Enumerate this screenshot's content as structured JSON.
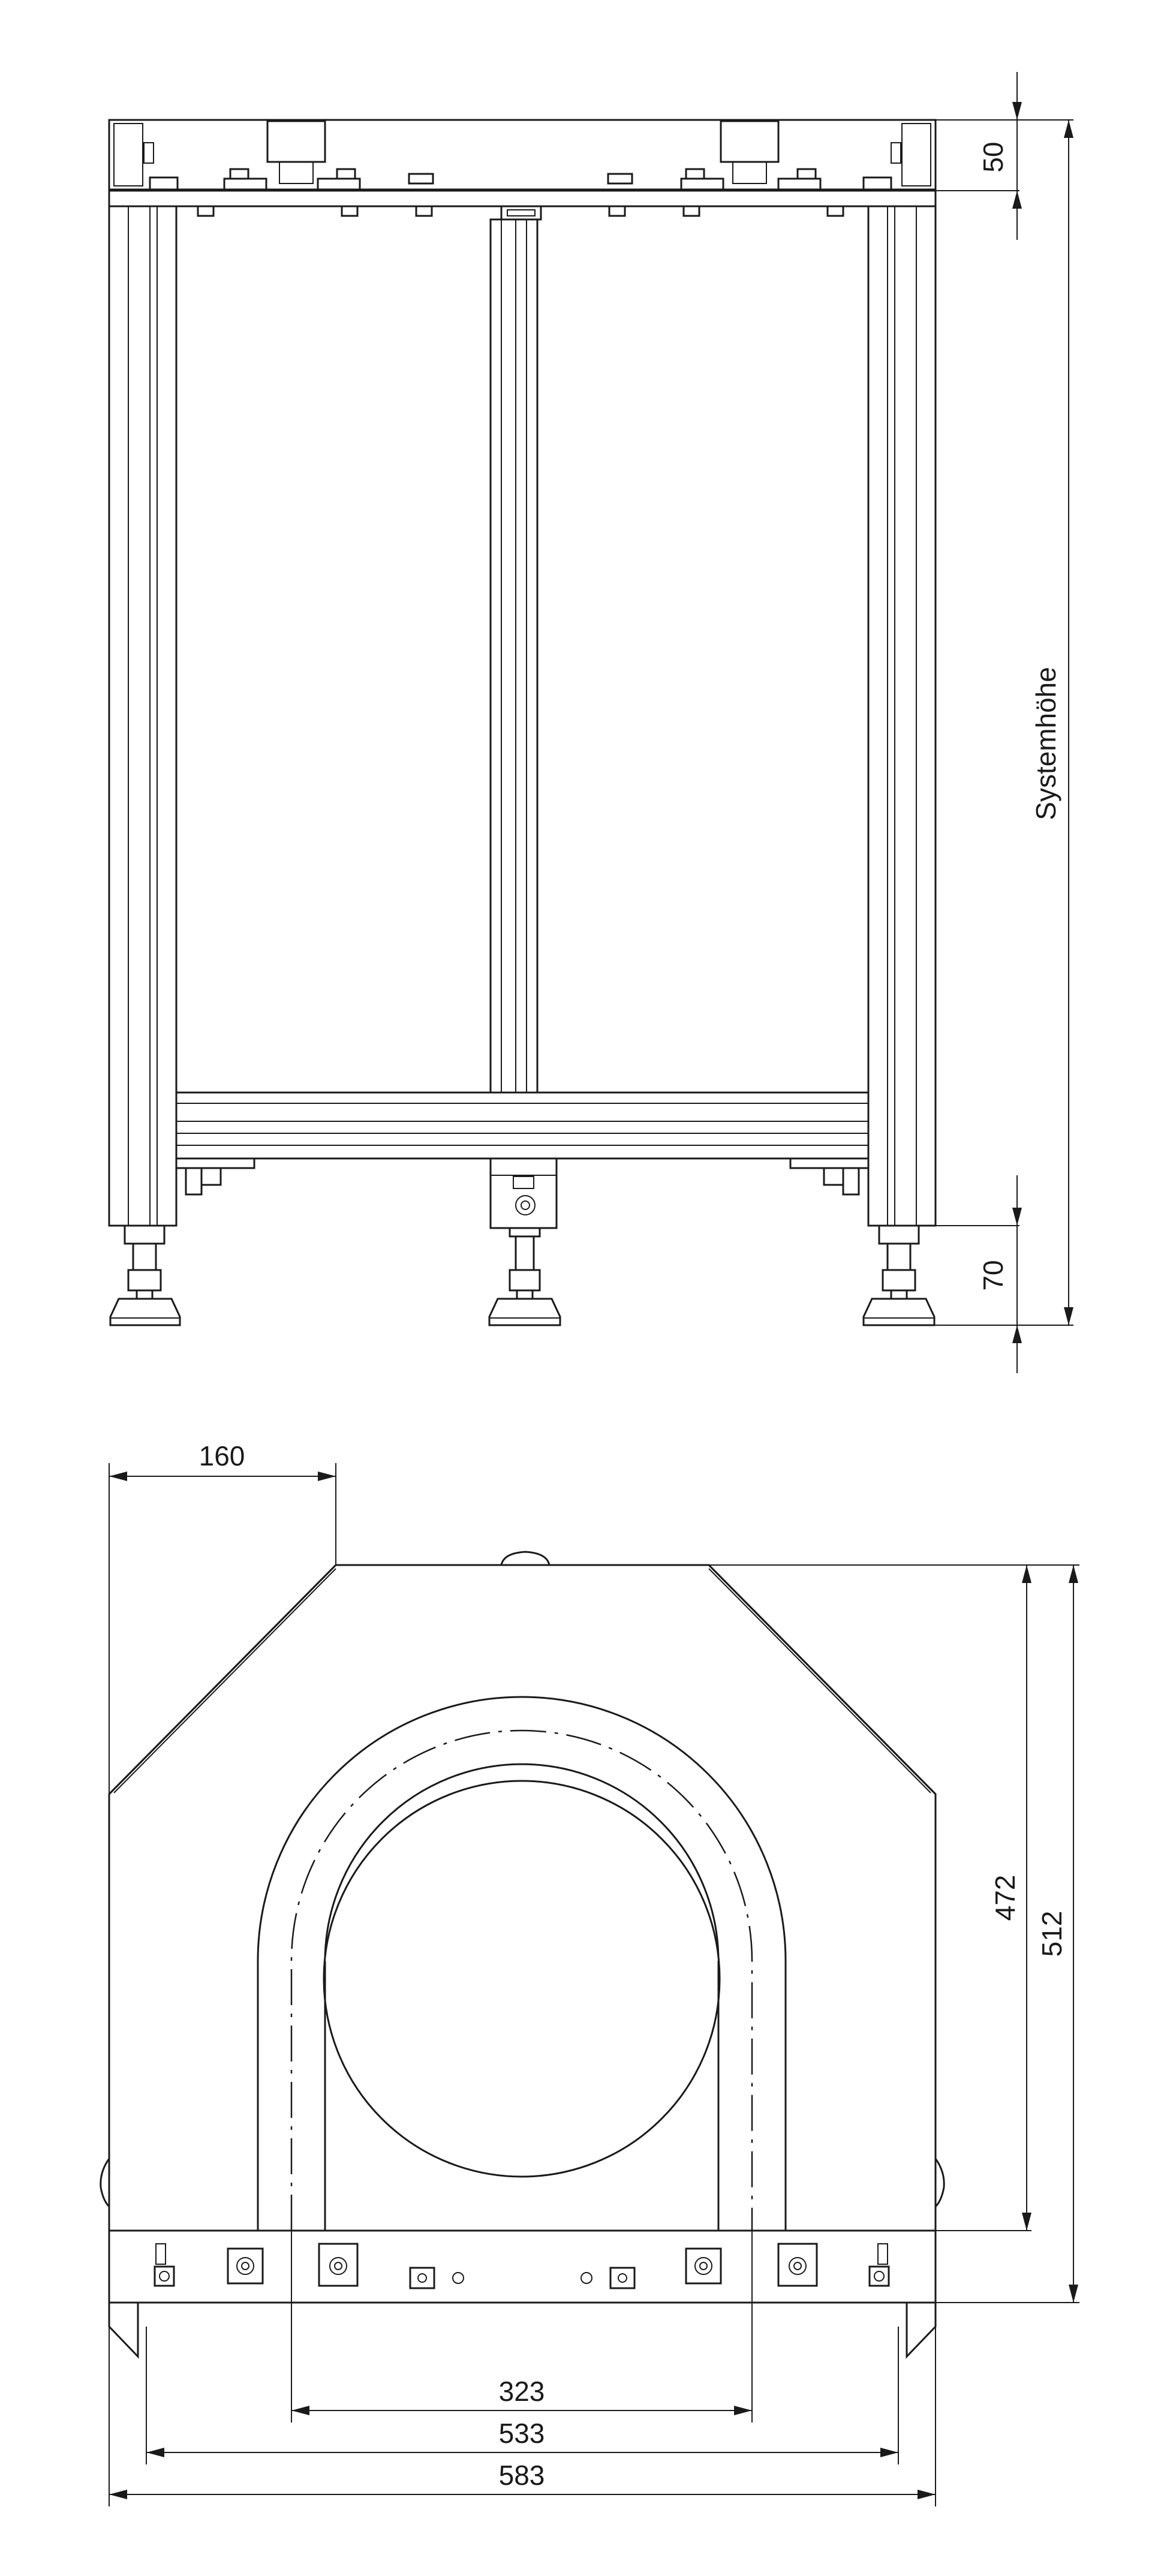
{
  "top_view": {
    "dim_top_frame": "50",
    "dim_system_height": "Systemhöhe",
    "dim_feet": "70"
  },
  "bottom_view": {
    "dim_offset": "160",
    "dim_inner_height": "472",
    "dim_total_height": "512",
    "dim_opening_width": "323",
    "dim_inner_width": "533",
    "dim_total_width": "583"
  },
  "colors": {
    "line": "#1a1a1a",
    "background": "#ffffff"
  }
}
